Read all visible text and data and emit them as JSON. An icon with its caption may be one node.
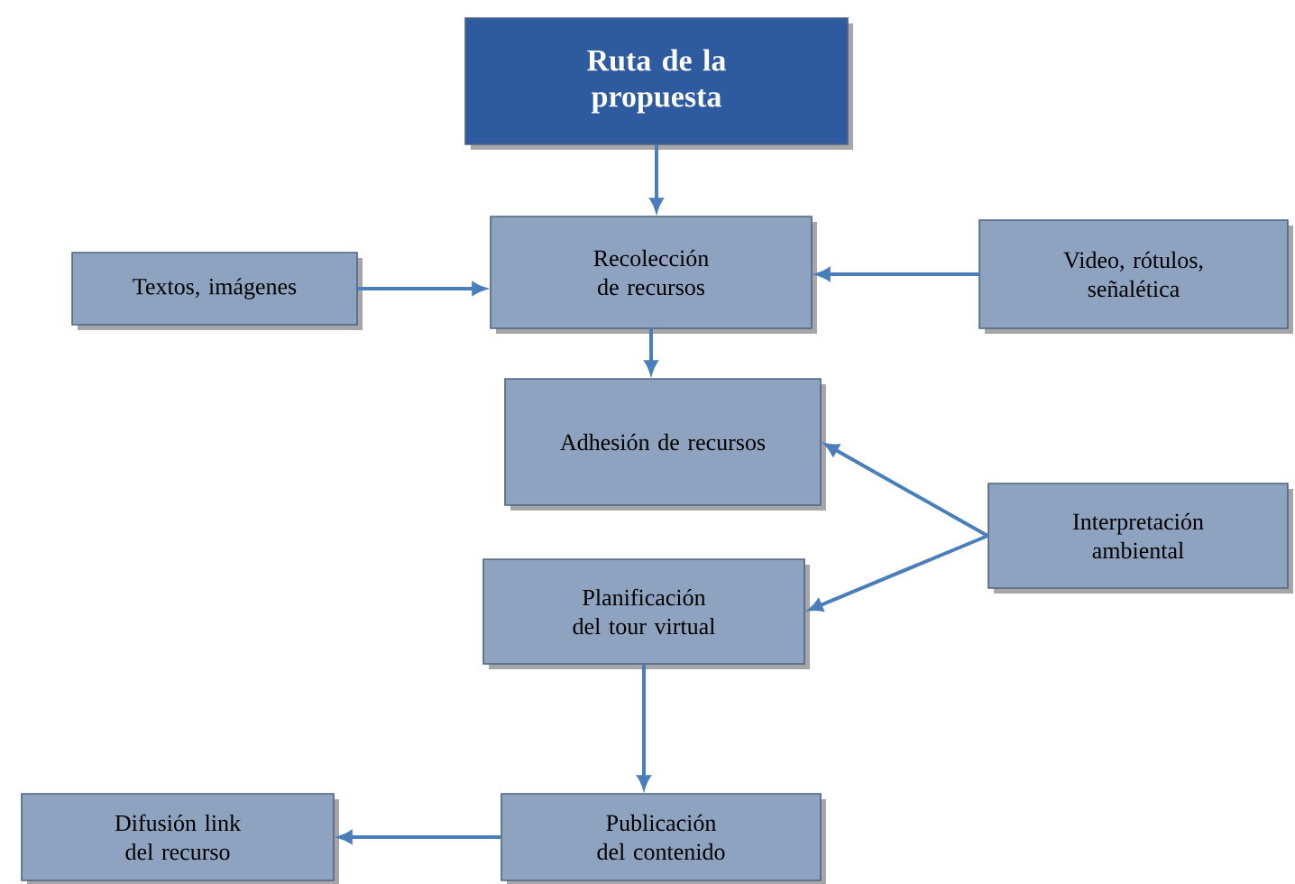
{
  "diagram": {
    "nodes": [
      {
        "text": [
          "Ruta de la propuesta"
        ]
      },
      {
        "text": [
          "Recolección de recursos"
        ]
      },
      {
        "text": [
          "Textos, imágenes"
        ]
      },
      {
        "text": [
          "Video, rótulos, señalética"
        ]
      },
      {
        "text": [
          "Adhesión de recursos"
        ]
      },
      {
        "text": [
          "Interpretación ambiental"
        ]
      },
      {
        "text": [
          "Planificación del tour virtual"
        ]
      },
      {
        "text": [
          "Publicación del contenido"
        ]
      },
      {
        "text": [
          "Difusión link del recurso"
        ]
      }
    ],
    "edges": [
      {
        "from": 0,
        "to": 1,
        "arrow": "to"
      },
      {
        "from": 2,
        "to": 1,
        "arrow": "to"
      },
      {
        "from": 3,
        "to": 1,
        "arrow": "to"
      },
      {
        "from": 1,
        "to": 4,
        "arrow": "to"
      },
      {
        "from": 5,
        "to": 4,
        "arrow": "to"
      },
      {
        "from": 5,
        "to": 6,
        "arrow": "to"
      },
      {
        "from": 6,
        "to": 7,
        "arrow": "to"
      },
      {
        "from": 7,
        "to": 8,
        "arrow": "to"
      }
    ]
  }
}
